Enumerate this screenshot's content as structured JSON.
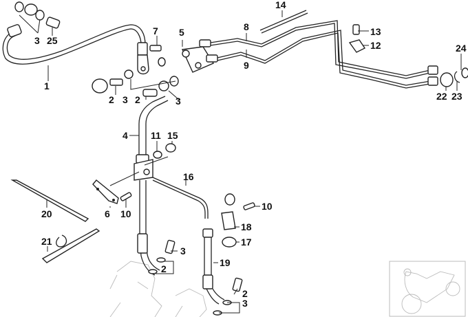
{
  "diagram": {
    "title": "Brake pipe / hose parts diagram",
    "callouts": [
      {
        "id": "c1",
        "label": "1"
      },
      {
        "id": "c2a",
        "label": "2"
      },
      {
        "id": "c2b",
        "label": "2"
      },
      {
        "id": "c2c",
        "label": "2"
      },
      {
        "id": "c2d",
        "label": "2"
      },
      {
        "id": "c3a",
        "label": "3"
      },
      {
        "id": "c3b",
        "label": "3"
      },
      {
        "id": "c3c",
        "label": "3"
      },
      {
        "id": "c3d",
        "label": "3"
      },
      {
        "id": "c3e",
        "label": "3"
      },
      {
        "id": "c4",
        "label": "4"
      },
      {
        "id": "c5",
        "label": "5"
      },
      {
        "id": "c6",
        "label": "6"
      },
      {
        "id": "c7",
        "label": "7"
      },
      {
        "id": "c8",
        "label": "8"
      },
      {
        "id": "c9",
        "label": "9"
      },
      {
        "id": "c10a",
        "label": "10"
      },
      {
        "id": "c10b",
        "label": "10"
      },
      {
        "id": "c11",
        "label": "11"
      },
      {
        "id": "c12",
        "label": "12"
      },
      {
        "id": "c13",
        "label": "13"
      },
      {
        "id": "c14",
        "label": "14"
      },
      {
        "id": "c15",
        "label": "15"
      },
      {
        "id": "c16",
        "label": "16"
      },
      {
        "id": "c17",
        "label": "17"
      },
      {
        "id": "c18",
        "label": "18"
      },
      {
        "id": "c19",
        "label": "19"
      },
      {
        "id": "c20",
        "label": "20"
      },
      {
        "id": "c21",
        "label": "21"
      },
      {
        "id": "c22",
        "label": "22"
      },
      {
        "id": "c23",
        "label": "23"
      },
      {
        "id": "c24",
        "label": "24"
      },
      {
        "id": "c25",
        "label": "25"
      }
    ],
    "thumbnail": {
      "icon": "motorcycle-icon"
    }
  }
}
